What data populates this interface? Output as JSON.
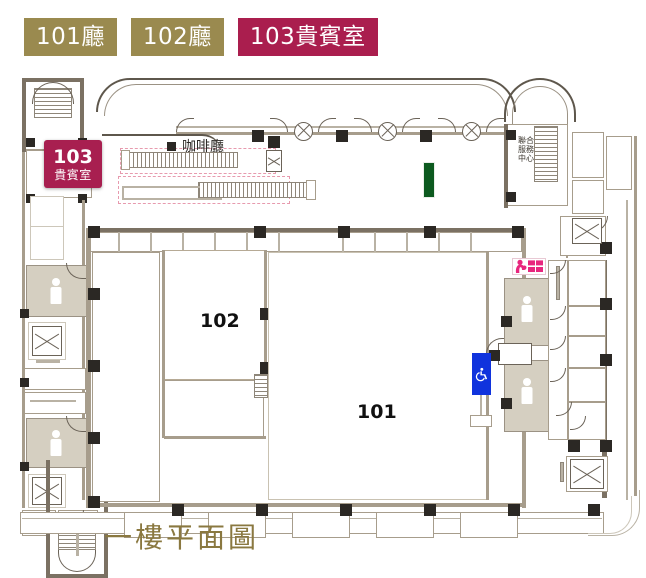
{
  "tabs": [
    {
      "label": "101廳",
      "state": "inactive",
      "color": "#9a8a4f"
    },
    {
      "label": "102廳",
      "state": "inactive",
      "color": "#9a8a4f"
    },
    {
      "label": "103貴賓室",
      "state": "active",
      "color": "#aa1e4e"
    }
  ],
  "badge": {
    "number": "103",
    "name": "貴賓室",
    "color": "#a81f50"
  },
  "plan": {
    "caption": "一樓平面圖",
    "caption_color": "#8a7840",
    "halls": [
      {
        "label": "102"
      },
      {
        "label": "101"
      }
    ],
    "cafe": {
      "label": "咖啡廳",
      "marker": "filled-square"
    },
    "service_center": {
      "line1": "聯合",
      "line2": "服務",
      "line3": "中心"
    },
    "amenities": [
      {
        "icon": "nursing-room-icon",
        "color": "#e8267e"
      },
      {
        "icon": "restroom-icon",
        "color": "#ffffff"
      },
      {
        "icon": "restroom-icon",
        "color": "#ffffff"
      },
      {
        "icon": "restroom-icon",
        "color": "#ffffff"
      },
      {
        "icon": "restroom-icon",
        "color": "#ffffff"
      },
      {
        "icon": "accessible-icon",
        "color": "#1033dd"
      }
    ],
    "highlight": {
      "name": "green-marker",
      "color": "#0d5a1f"
    },
    "escalator_zones": 2
  }
}
